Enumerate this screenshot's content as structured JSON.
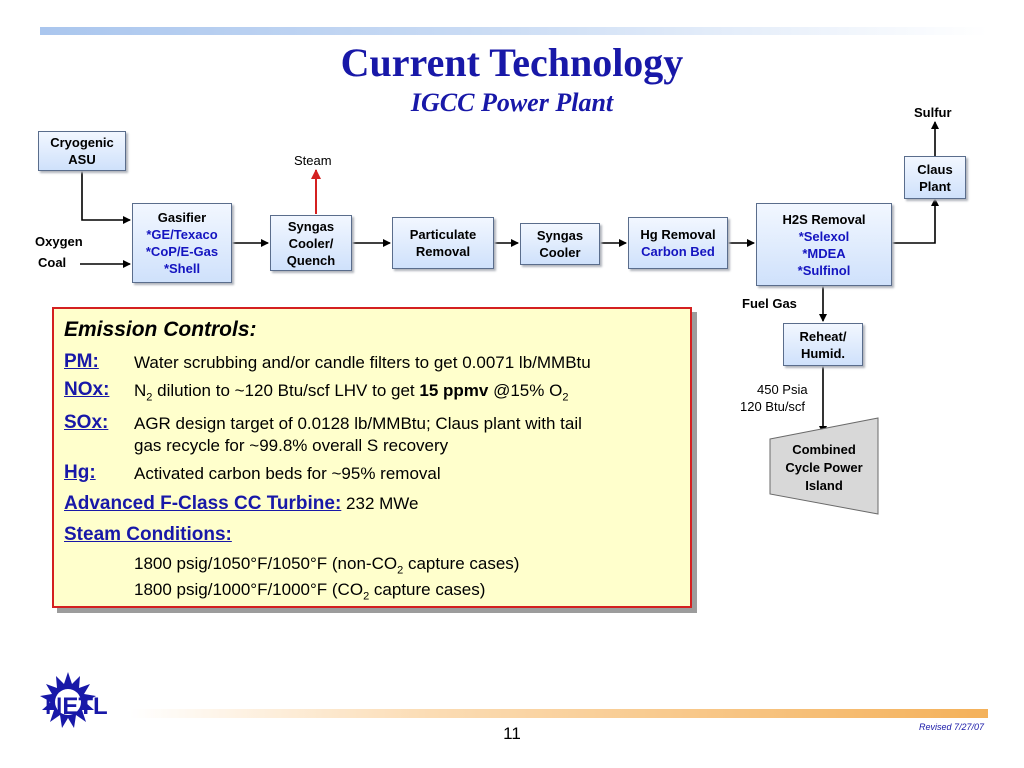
{
  "header": {
    "title": "Current Technology",
    "subtitle": "IGCC Power Plant"
  },
  "diagram": {
    "asu": [
      "Cryogenic",
      "ASU"
    ],
    "gasifier": [
      "Gasifier",
      "*GE/Texaco",
      "*CoP/E-Gas",
      "*Shell"
    ],
    "syngas_cooler_quench": [
      "Syngas",
      "Cooler/",
      "Quench"
    ],
    "particulate": [
      "Particulate",
      "Removal"
    ],
    "syngas_cooler": [
      "Syngas",
      "Cooler"
    ],
    "hg_removal": [
      "Hg Removal",
      "Carbon Bed"
    ],
    "h2s_removal": [
      "H2S Removal",
      "*Selexol",
      "*MDEA",
      "*Sulfinol"
    ],
    "claus": [
      "Claus",
      "Plant"
    ],
    "reheat": [
      "Reheat/",
      "Humid."
    ],
    "combined_cycle": [
      "Combined",
      "Cycle Power",
      "Island"
    ],
    "labels": {
      "steam": "Steam",
      "sulfur": "Sulfur",
      "oxygen": "Oxygen",
      "coal": "Coal",
      "fuel_gas": "Fuel Gas",
      "pressure": "450 Psia",
      "heating_value": "120 Btu/scf"
    }
  },
  "emission_controls": {
    "heading": "Emission Controls:",
    "pm": {
      "key": "PM:",
      "text": "Water scrubbing and/or candle filters to get 0.0071 lb/MMBtu"
    },
    "nox": {
      "key": "NOx:",
      "pre": "N",
      "sub1": "2",
      "mid": " dilution to ~120 Btu/scf LHV to get ",
      "bold": "15 ppmv",
      "post": " @15% O",
      "sub2": "2"
    },
    "sox": {
      "key": "SOx:",
      "line1": "AGR design target of 0.0128 lb/MMBtu; Claus plant with tail",
      "line2": "gas recycle for ~99.8% overall S recovery"
    },
    "hg": {
      "key": "Hg:",
      "text": "Activated carbon beds for ~95% removal"
    },
    "turbine": {
      "key": "Advanced F-Class CC Turbine:",
      "text": " 232 MWe"
    },
    "steam": {
      "key": "Steam Conditions:",
      "line1_pre": "1800 psig/1050°F/1050°F (non-CO",
      "line1_sub": "2",
      "line1_post": " capture cases)",
      "line2_pre": "1800 psig/1000°F/1000°F (CO",
      "line2_sub": "2",
      "line2_post": " capture cases)"
    }
  },
  "footer": {
    "logo_text": "NETL",
    "page_number": "11",
    "revised": "Revised 7/27/07"
  },
  "colors": {
    "title_blue": "#1818a8",
    "box_fill": "#cfe1fb",
    "panel_fill": "#ffffcc",
    "panel_border": "#d42020",
    "steam_arrow": "#d42020"
  }
}
